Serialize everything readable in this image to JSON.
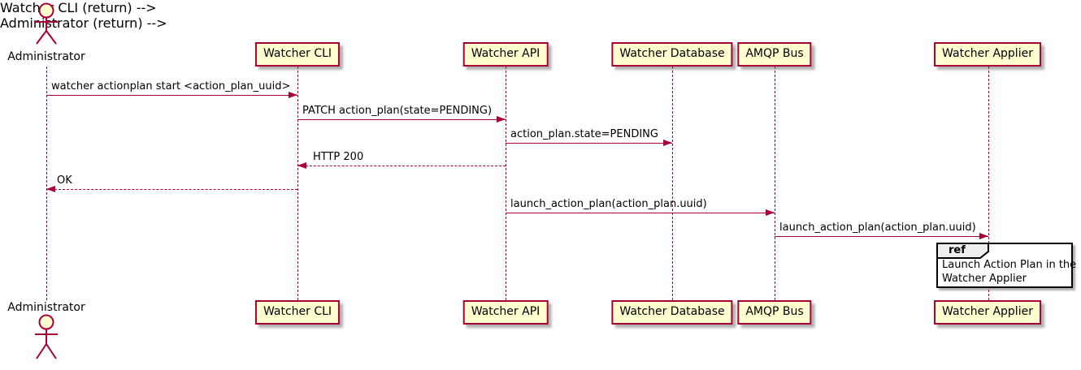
{
  "diagram": {
    "type": "uml-sequence-diagram",
    "colors": {
      "participant_fill": "#FEFECE",
      "participant_border": "#A80036",
      "lifeline": "#A80036",
      "arrow": "#A80036",
      "text": "#000000",
      "ref_border": "#000000",
      "ref_header_fill": "#EEEEEE",
      "background": "#FFFFFF"
    },
    "actor": {
      "name": "Administrator"
    },
    "participants": [
      {
        "label": "Watcher CLI"
      },
      {
        "label": "Watcher API"
      },
      {
        "label": "Watcher Database"
      },
      {
        "label": "AMQP Bus"
      },
      {
        "label": "Watcher Applier"
      }
    ],
    "messages": [
      {
        "from": "Administrator",
        "to": "Watcher CLI",
        "label": "watcher actionplan start <action_plan_uuid>",
        "line": "solid",
        "direction": "right"
      },
      {
        "from": "Watcher CLI",
        "to": "Watcher API",
        "label": "PATCH action_plan(state=PENDING)",
        "line": "solid",
        "direction": "right"
      },
      {
        "from": "Watcher API",
        "to": "Watcher Database",
        "label": "action_plan.state=PENDING",
        "line": "solid",
        "direction": "right"
      },
      {
        "from": "Watcher API",
        "to": "Watcher CLI",
        "label": "HTTP 200",
        "line": "dashed",
        "direction": "left"
      },
      {
        "from": "Watcher CLI",
        "to": "Administrator",
        "label": "OK",
        "line": "dashed",
        "direction": "left"
      },
      {
        "from": "Watcher API",
        "to": "AMQP Bus",
        "label": "launch_action_plan(action_plan.uuid)",
        "line": "solid",
        "direction": "right"
      },
      {
        "from": "AMQP Bus",
        "to": "Watcher Applier",
        "label": "launch_action_plan(action_plan.uuid)",
        "line": "solid",
        "direction": "right"
      }
    ],
    "ref": {
      "keyword": "ref",
      "over": "Watcher Applier",
      "lines": [
        "Launch Action Plan in the",
        "Watcher Applier"
      ]
    }
  }
}
